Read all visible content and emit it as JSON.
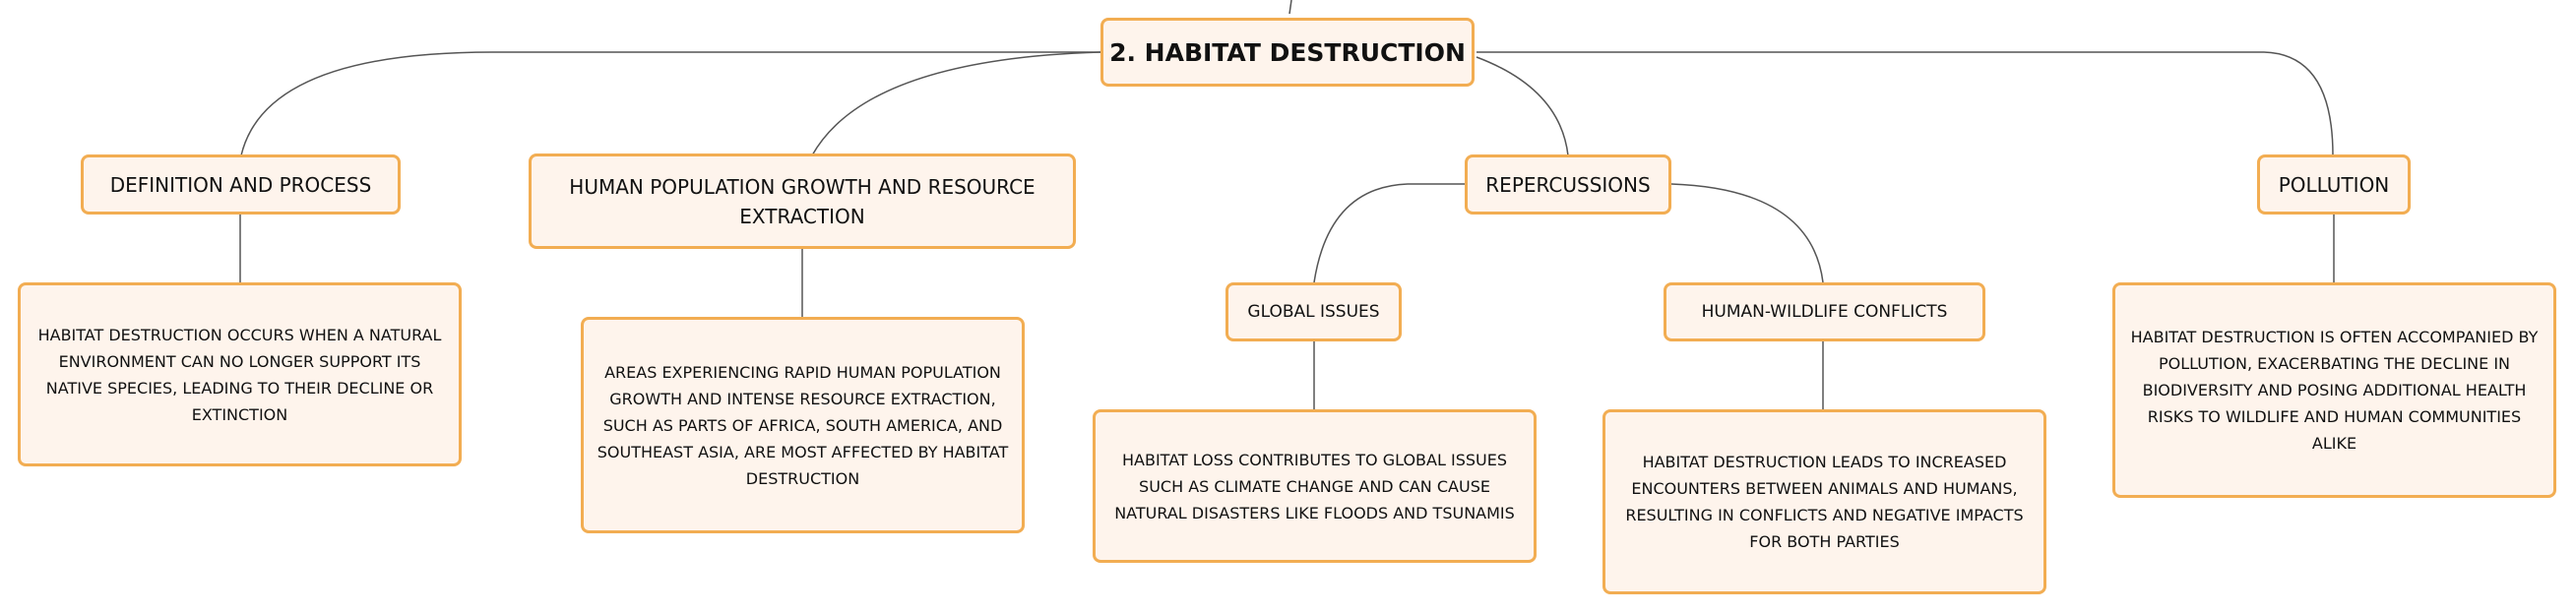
{
  "mindmap": {
    "root": "2. HABITAT DESTRUCTION",
    "branches": [
      {
        "label": "DEFINITION AND PROCESS",
        "detail": "HABITAT DESTRUCTION OCCURS WHEN A NATURAL ENVIRONMENT CAN NO LONGER SUPPORT ITS NATIVE SPECIES, LEADING TO THEIR DECLINE OR EXTINCTION"
      },
      {
        "label": "HUMAN POPULATION GROWTH AND RESOURCE EXTRACTION",
        "detail": "AREAS EXPERIENCING RAPID HUMAN POPULATION GROWTH AND INTENSE RESOURCE EXTRACTION, SUCH AS PARTS OF AFRICA, SOUTH AMERICA, AND SOUTHEAST ASIA, ARE MOST AFFECTED BY HABITAT DESTRUCTION"
      },
      {
        "label": "REPERCUSSIONS",
        "children": [
          {
            "label": "GLOBAL ISSUES",
            "detail": "HABITAT LOSS CONTRIBUTES TO GLOBAL ISSUES SUCH AS CLIMATE CHANGE AND CAN CAUSE NATURAL DISASTERS LIKE FLOODS AND TSUNAMIS"
          },
          {
            "label": "HUMAN-WILDLIFE CONFLICTS",
            "detail": "HABITAT DESTRUCTION LEADS TO INCREASED ENCOUNTERS BETWEEN ANIMALS AND HUMANS, RESULTING IN CONFLICTS AND NEGATIVE IMPACTS FOR BOTH PARTIES"
          }
        ]
      },
      {
        "label": "POLLUTION",
        "detail": "HABITAT DESTRUCTION IS OFTEN ACCOMPANIED BY POLLUTION, EXACERBATING THE DECLINE IN BIODIVERSITY AND POSING ADDITIONAL HEALTH RISKS TO WILDLIFE AND HUMAN COMMUNITIES ALIKE"
      }
    ]
  },
  "colors": {
    "node_fill": "#fef4ec",
    "node_border": "#f2ad52",
    "connector": "#555555"
  }
}
